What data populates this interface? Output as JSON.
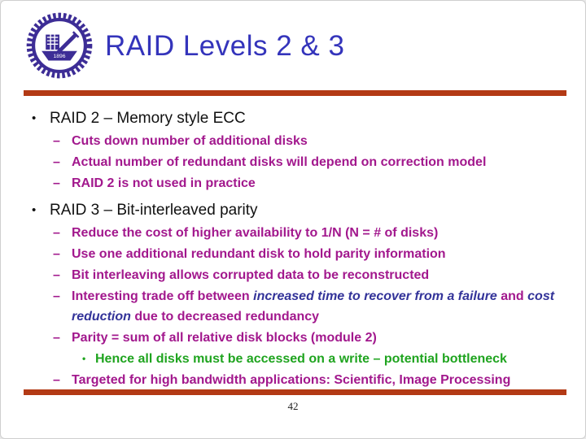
{
  "colors": {
    "black": "#111111",
    "title_blue": "#3434bb",
    "magenta": "#a2188d",
    "navy": "#333399",
    "green": "#1fa41f",
    "brick": "#b33a15",
    "logo_purple": "#3d2d96"
  },
  "header": {
    "title": "RAID Levels 2 & 3"
  },
  "logo": {
    "name": "university-emblem",
    "year": "1896"
  },
  "content": {
    "markers": {
      "1": "•",
      "2": "–",
      "3": "•"
    },
    "bullets": [
      {
        "level": 1,
        "runs": [
          {
            "text": "RAID 2 – Memory style ECC",
            "color": "black"
          }
        ]
      },
      {
        "level": 2,
        "runs": [
          {
            "text": "Cuts down number of additional disks",
            "color": "magenta"
          }
        ]
      },
      {
        "level": 2,
        "runs": [
          {
            "text": "Actual number of redundant disks will depend on correction model",
            "color": "magenta"
          }
        ]
      },
      {
        "level": 2,
        "runs": [
          {
            "text": "RAID 2 is not used in practice",
            "color": "magenta"
          }
        ]
      },
      {
        "level": 1,
        "runs": [
          {
            "text": "RAID 3 – Bit-interleaved parity",
            "color": "black"
          }
        ]
      },
      {
        "level": 2,
        "runs": [
          {
            "text": "Reduce the cost of higher availability to 1/N (N = # of disks)",
            "color": "magenta"
          }
        ]
      },
      {
        "level": 2,
        "runs": [
          {
            "text": "Use one additional redundant disk to hold parity information",
            "color": "magenta"
          }
        ]
      },
      {
        "level": 2,
        "runs": [
          {
            "text": "Bit interleaving allows corrupted data to be reconstructed",
            "color": "magenta"
          }
        ]
      },
      {
        "level": 2,
        "runs": [
          {
            "text": "Interesting trade off between ",
            "color": "magenta"
          },
          {
            "text": "increased time to recover from a failure",
            "color": "navy",
            "italic": true
          },
          {
            "text": " and ",
            "color": "magenta"
          },
          {
            "text": "cost reduction",
            "color": "navy",
            "italic": true
          },
          {
            "text": " due to decreased redundancy",
            "color": "magenta"
          }
        ]
      },
      {
        "level": 2,
        "runs": [
          {
            "text": "Parity = sum of all relative disk blocks (module 2)",
            "color": "magenta"
          }
        ]
      },
      {
        "level": 3,
        "runs": [
          {
            "text": "Hence all disks must be accessed on a write – potential bottleneck",
            "color": "green"
          }
        ]
      },
      {
        "level": 2,
        "runs": [
          {
            "text": "Targeted for high bandwidth applications: Scientific, Image Processing",
            "color": "magenta"
          }
        ]
      }
    ]
  },
  "footer": {
    "page_number": "42"
  }
}
